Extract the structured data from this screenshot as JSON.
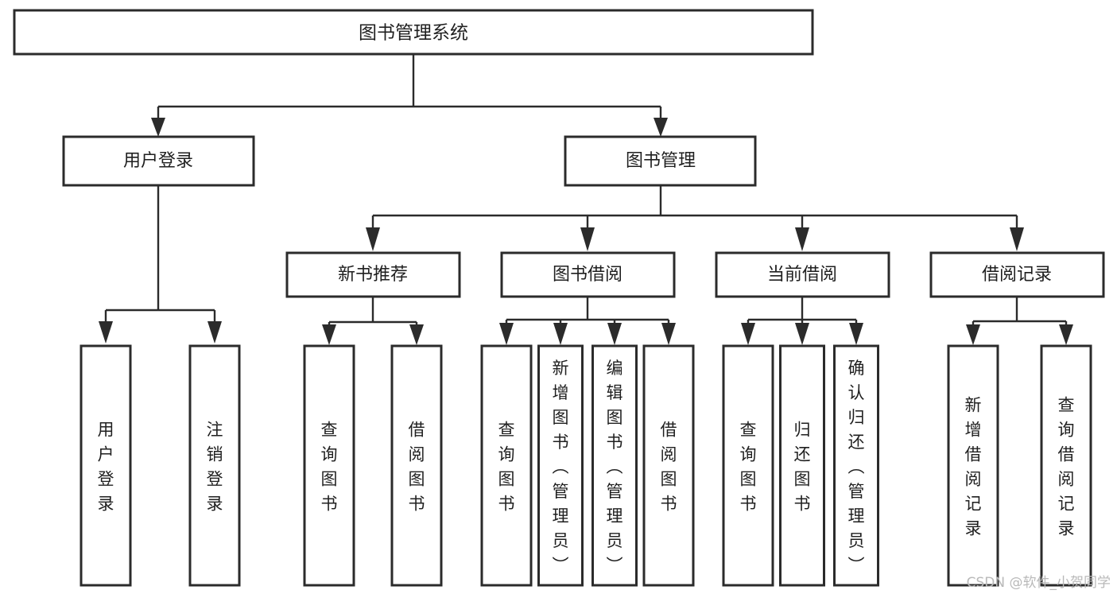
{
  "diagram": {
    "title": "图书管理系统",
    "watermark": "CSDN @软件_小贺同学",
    "colors": {
      "stroke": "#2b2b2b",
      "fill": "#ffffff",
      "text": "#1f1f1f",
      "watermark": "#b9b9b9"
    },
    "nodes": {
      "root": {
        "label": "图书管理系统"
      },
      "level2": [
        {
          "id": "user-login",
          "label": "用户登录"
        },
        {
          "id": "book-manage",
          "label": "图书管理"
        }
      ],
      "level3": [
        {
          "id": "new-book-recommend",
          "label": "新书推荐"
        },
        {
          "id": "book-borrow",
          "label": "图书借阅"
        },
        {
          "id": "current-borrow",
          "label": "当前借阅"
        },
        {
          "id": "borrow-record",
          "label": "借阅记录"
        }
      ],
      "leaves": [
        {
          "id": "leaf-user-login",
          "parent": "user-login",
          "label": "用户登录"
        },
        {
          "id": "leaf-logout-login",
          "parent": "user-login",
          "label": "注销登录"
        },
        {
          "id": "leaf-query-book-1",
          "parent": "new-book-recommend",
          "label": "查询图书"
        },
        {
          "id": "leaf-borrow-book-1",
          "parent": "new-book-recommend",
          "label": "借阅图书"
        },
        {
          "id": "leaf-query-book-2",
          "parent": "book-borrow",
          "label": "查询图书"
        },
        {
          "id": "leaf-add-book-admin",
          "parent": "book-borrow",
          "label": "新增图书（管理员）"
        },
        {
          "id": "leaf-edit-book-admin",
          "parent": "book-borrow",
          "label": "编辑图书（管理员）"
        },
        {
          "id": "leaf-borrow-book-2",
          "parent": "book-borrow",
          "label": "借阅图书"
        },
        {
          "id": "leaf-query-book-3",
          "parent": "current-borrow",
          "label": "查询图书"
        },
        {
          "id": "leaf-return-book",
          "parent": "current-borrow",
          "label": "归还图书"
        },
        {
          "id": "leaf-confirm-return",
          "parent": "current-borrow",
          "label": "确认归还（管理员）"
        },
        {
          "id": "leaf-add-record",
          "parent": "borrow-record",
          "label": "新增借阅记录"
        },
        {
          "id": "leaf-query-record",
          "parent": "borrow-record",
          "label": "查询借阅记录"
        }
      ]
    }
  }
}
